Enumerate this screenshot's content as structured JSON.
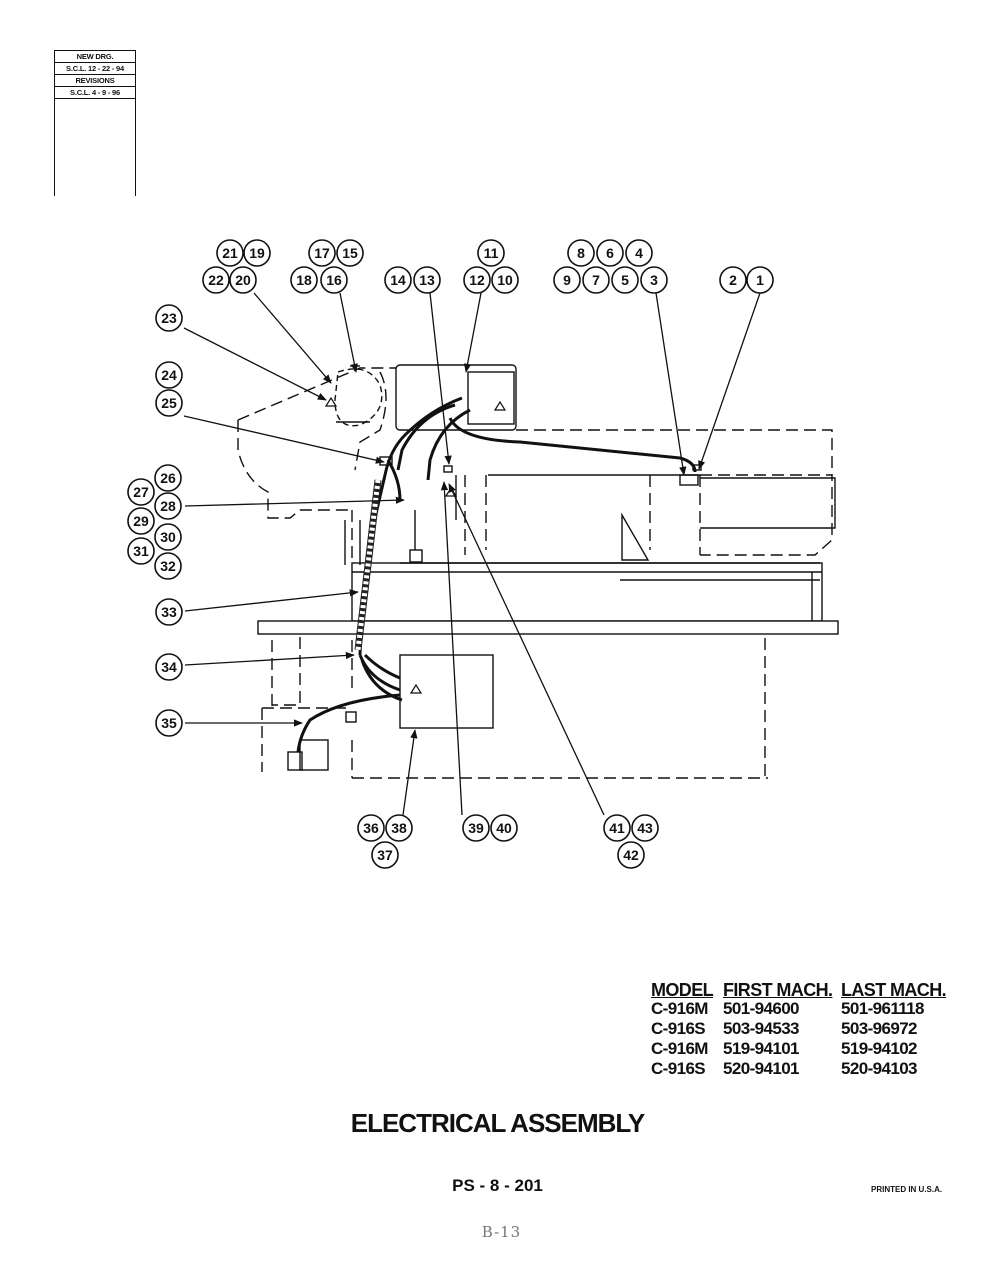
{
  "revision_block": {
    "rows": [
      "NEW DRG.",
      "S.C.L. 12 - 22 - 94",
      "REVISIONS",
      "S.C.L. 4 - 9 - 96"
    ]
  },
  "callouts": {
    "c1": "1",
    "c2": "2",
    "c3": "3",
    "c4": "4",
    "c5": "5",
    "c6": "6",
    "c7": "7",
    "c8": "8",
    "c9": "9",
    "c10": "10",
    "c11": "11",
    "c12": "12",
    "c13": "13",
    "c14": "14",
    "c15": "15",
    "c16": "16",
    "c17": "17",
    "c18": "18",
    "c19": "19",
    "c20": "20",
    "c21": "21",
    "c22": "22",
    "c23": "23",
    "c24": "24",
    "c25": "25",
    "c26": "26",
    "c27": "27",
    "c28": "28",
    "c29": "29",
    "c30": "30",
    "c31": "31",
    "c32": "32",
    "c33": "33",
    "c34": "34",
    "c35": "35",
    "c36": "36",
    "c37": "37",
    "c38": "38",
    "c39": "39",
    "c40": "40",
    "c41": "41",
    "c42": "42",
    "c43": "43"
  },
  "model_table": {
    "headers": [
      "MODEL",
      "FIRST MACH.",
      "LAST MACH."
    ],
    "rows": [
      [
        "C-916M",
        "501-94600",
        "501-961118"
      ],
      [
        "C-916S",
        "503-94533",
        "503-96972"
      ],
      [
        "C-916M",
        "519-94101",
        "519-94102"
      ],
      [
        "C-916S",
        "520-94101",
        "520-94103"
      ]
    ]
  },
  "title": "ELECTRICAL ASSEMBLY",
  "page_number": "PS - 8 - 201",
  "printed_in": "PRINTED IN U.S.A.",
  "handwritten_note": "B-13"
}
